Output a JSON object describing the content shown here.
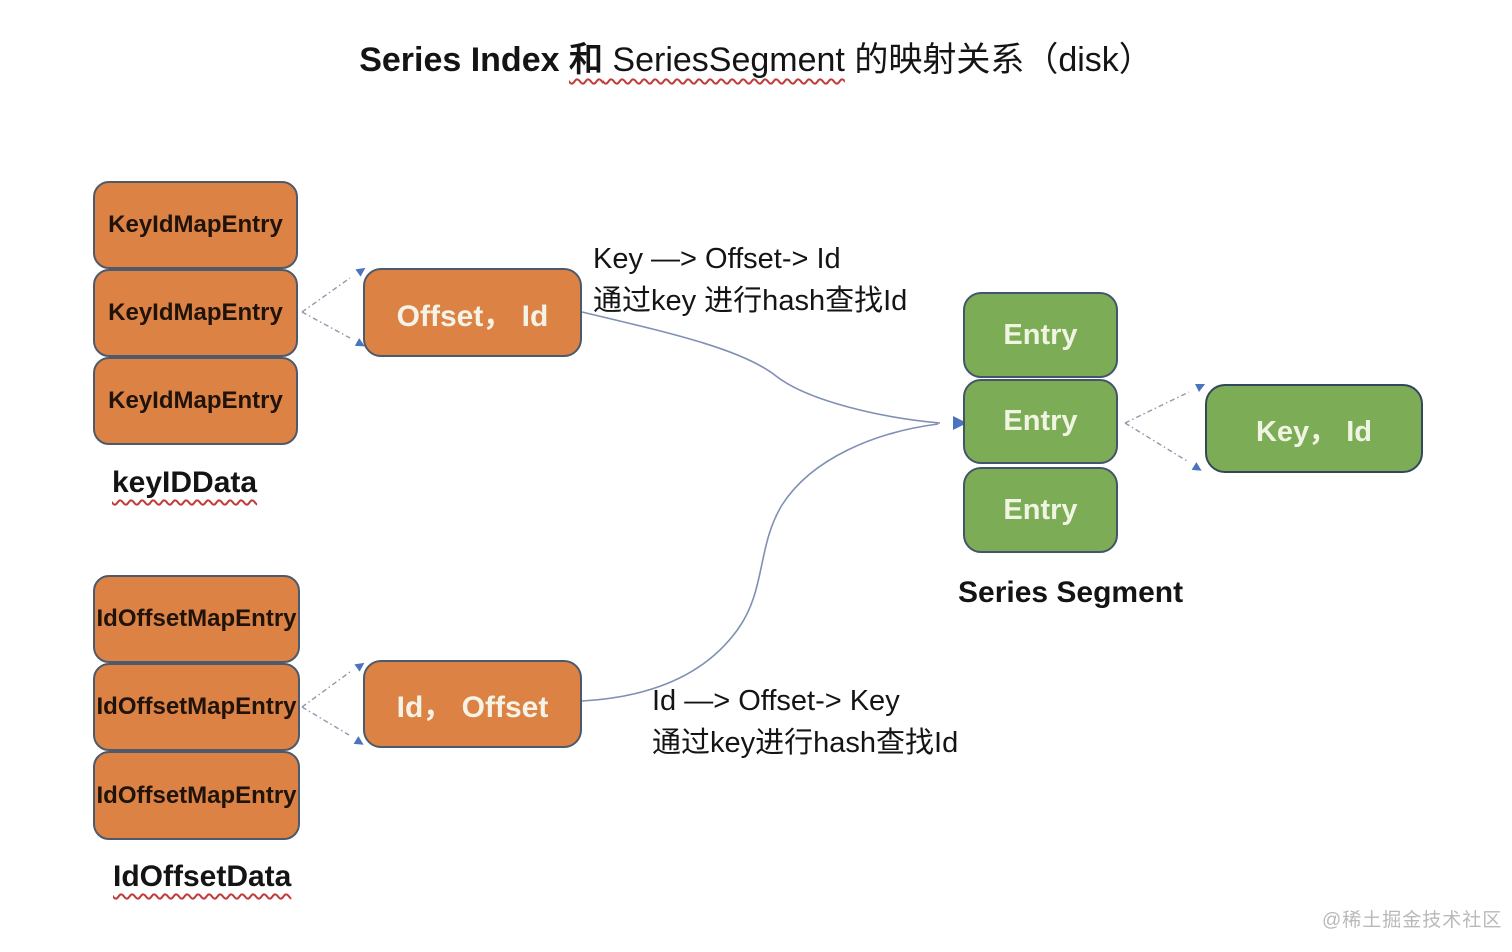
{
  "title": {
    "part_bold": "Series Index ",
    "part_he": "和",
    "part_series": " SeriesSegment",
    "part_rest": " 的映射关系（disk）"
  },
  "key_id_data": {
    "entries": [
      "KeyIdMapEntry",
      "KeyIdMapEntry",
      "KeyIdMapEntry"
    ],
    "label": "keyIDData",
    "map_box": "Offset， Id"
  },
  "annotations": {
    "top_line1": "Key —> Offset-> Id",
    "top_line2": "通过key 进行hash查找Id",
    "bottom_line1": "Id —> Offset-> Key",
    "bottom_line2": "通过key进行hash查找Id"
  },
  "series_segment": {
    "entries": [
      "Entry",
      "Entry",
      "Entry"
    ],
    "label": "Series Segment",
    "detail_box": "Key， Id"
  },
  "id_offset_data": {
    "entries": [
      "IdOffsetMapEntry",
      "IdOffsetMapEntry",
      "IdOffsetMapEntry"
    ],
    "label": "IdOffsetData",
    "map_box": "Id， Offset"
  },
  "watermark": "@稀土掘金技术社区",
  "colors": {
    "box_orange": "#DB8244",
    "box_green": "#7CAC55",
    "box_border": "#44546A",
    "arrow_blue": "#4B73BE",
    "curve_blue_gray": "#8090B4",
    "squiggle_red": "#C23B3B",
    "watermark_gray": "#B9B9B9"
  }
}
